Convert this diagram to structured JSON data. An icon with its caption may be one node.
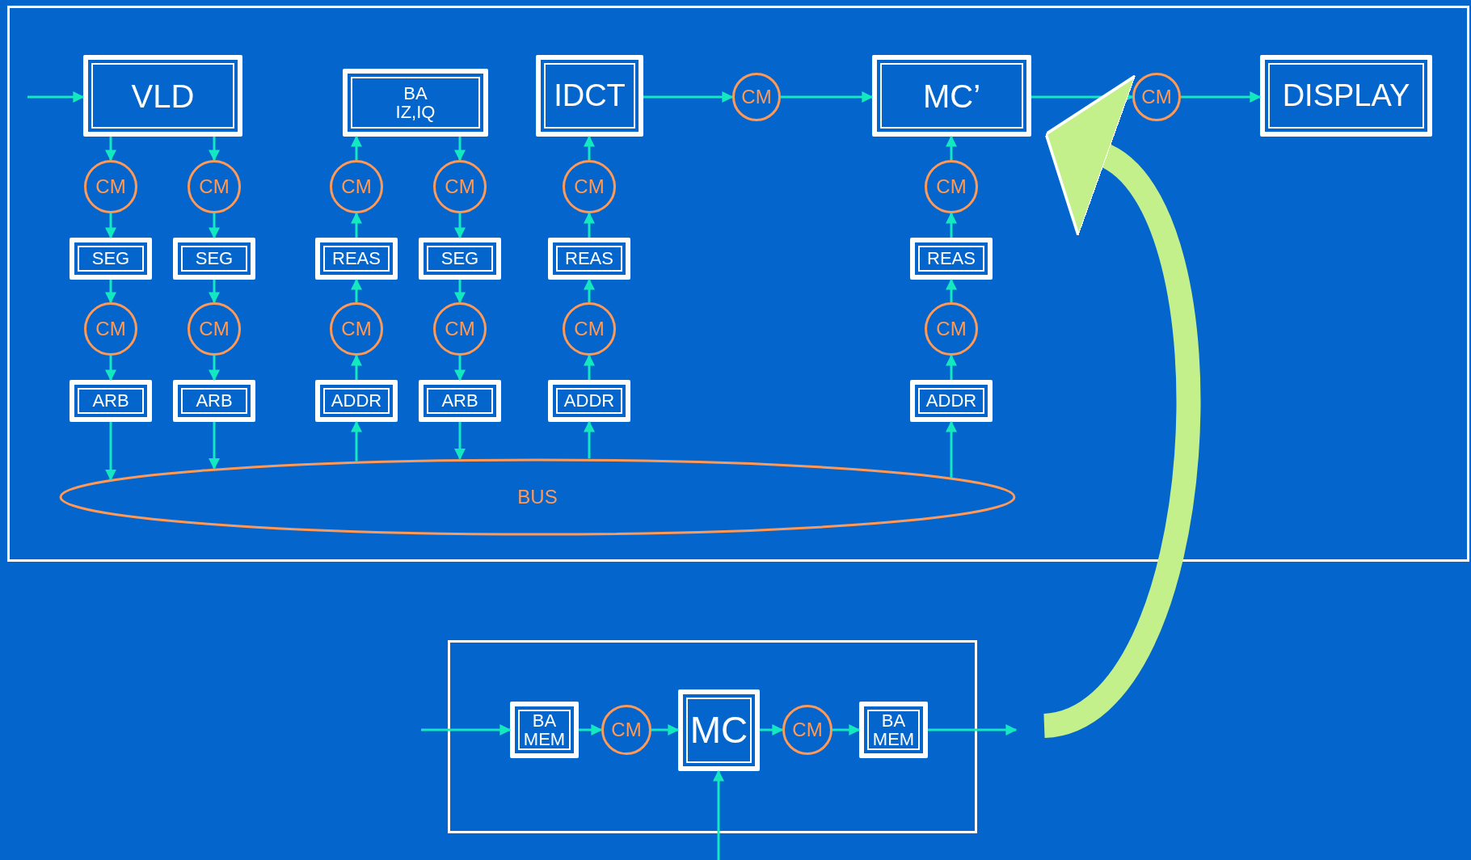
{
  "diagram": {
    "nodes": [
      {
        "text": [],
        "shape": "box"
      },
      {
        "text": [
          "VLD"
        ],
        "in": 0
      },
      {
        "text": [
          "BA IZ,IQ"
        ],
        "in": 0
      },
      {
        "text": [
          "IDCT"
        ],
        "in": 0
      },
      {
        "text": [
          "CM"
        ],
        "in": 0
      },
      {
        "text": [
          "MC’"
        ],
        "in": 0
      },
      {
        "text": [
          "CM"
        ],
        "in": 0
      },
      {
        "text": [
          "DISPLAY"
        ],
        "in": 0
      },
      {
        "text": [
          "CM"
        ],
        "in": 0
      },
      {
        "text": [
          "SEG"
        ],
        "in": 0
      },
      {
        "text": [
          "CM"
        ],
        "in": 0
      },
      {
        "text": [
          "ARB"
        ],
        "in": 0
      },
      {
        "text": [
          "CM"
        ],
        "in": 0
      },
      {
        "text": [
          "SEG"
        ],
        "in": 0
      },
      {
        "text": [
          "CM"
        ],
        "in": 0
      },
      {
        "text": [
          "ARB"
        ],
        "in": 0
      },
      {
        "text": [
          "CM"
        ],
        "in": 0
      },
      {
        "text": [
          "REAS"
        ],
        "in": 0
      },
      {
        "text": [
          "CM"
        ],
        "in": 0
      },
      {
        "text": [
          "ADDR"
        ],
        "in": 0
      },
      {
        "text": [
          "CM"
        ],
        "in": 0
      },
      {
        "text": [
          "SEG"
        ],
        "in": 0
      },
      {
        "text": [
          "CM"
        ],
        "in": 0
      },
      {
        "text": [
          "ARB"
        ],
        "in": 0
      },
      {
        "text": [
          "CM"
        ],
        "in": 0
      },
      {
        "text": [
          "REAS"
        ],
        "in": 0
      },
      {
        "text": [
          "CM"
        ],
        "in": 0
      },
      {
        "text": [
          "ADDR"
        ],
        "in": 0
      },
      {
        "text": [
          "CM"
        ],
        "in": 0
      },
      {
        "text": [
          "REAS"
        ],
        "in": 0
      },
      {
        "text": [
          "CM"
        ],
        "in": 0
      },
      {
        "text": [
          "ADDR"
        ],
        "in": 0
      },
      {
        "text": [
          "BUS"
        ],
        "in": 0
      },
      {
        "text": [],
        "shape": "box"
      },
      {
        "text": [
          "BA MEM"
        ],
        "in": 33
      },
      {
        "text": [
          "CM"
        ],
        "in": 33
      },
      {
        "text": [
          "MC"
        ],
        "in": 33
      },
      {
        "text": [
          "CM"
        ],
        "in": 33
      },
      {
        "text": [
          "BA MEM"
        ],
        "in": 33
      }
    ],
    "edges": [
      {
        "from": null,
        "to": 1,
        "arrow": "to"
      },
      {
        "from": 3,
        "to": 4,
        "arrow": "to"
      },
      {
        "from": 4,
        "to": 5,
        "arrow": "to"
      },
      {
        "from": 5,
        "to": 6,
        "arrow": "to"
      },
      {
        "from": 6,
        "to": 7,
        "arrow": "to"
      },
      {
        "from": 1,
        "to": 8,
        "arrow": "to"
      },
      {
        "from": 8,
        "to": 9,
        "arrow": "to"
      },
      {
        "from": 9,
        "to": 10,
        "arrow": "to"
      },
      {
        "from": 10,
        "to": 11,
        "arrow": "to"
      },
      {
        "from": 11,
        "to": 32,
        "arrow": "to"
      },
      {
        "from": 1,
        "to": 12,
        "arrow": "to"
      },
      {
        "from": 12,
        "to": 13,
        "arrow": "to"
      },
      {
        "from": 13,
        "to": 14,
        "arrow": "to"
      },
      {
        "from": 14,
        "to": 15,
        "arrow": "to"
      },
      {
        "from": 15,
        "to": 32,
        "arrow": "to"
      },
      {
        "from": 32,
        "to": 19,
        "arrow": "to"
      },
      {
        "from": 19,
        "to": 18,
        "arrow": "to"
      },
      {
        "from": 18,
        "to": 17,
        "arrow": "to"
      },
      {
        "from": 17,
        "to": 16,
        "arrow": "to"
      },
      {
        "from": 16,
        "to": 2,
        "arrow": "to"
      },
      {
        "from": 2,
        "to": 20,
        "arrow": "to"
      },
      {
        "from": 20,
        "to": 21,
        "arrow": "to"
      },
      {
        "from": 21,
        "to": 22,
        "arrow": "to"
      },
      {
        "from": 22,
        "to": 23,
        "arrow": "to"
      },
      {
        "from": 23,
        "to": 32,
        "arrow": "to"
      },
      {
        "from": 32,
        "to": 27,
        "arrow": "to"
      },
      {
        "from": 27,
        "to": 26,
        "arrow": "to"
      },
      {
        "from": 26,
        "to": 25,
        "arrow": "to"
      },
      {
        "from": 25,
        "to": 24,
        "arrow": "to"
      },
      {
        "from": 24,
        "to": 3,
        "arrow": "to"
      },
      {
        "from": 32,
        "to": 31,
        "arrow": "to"
      },
      {
        "from": 31,
        "to": 30,
        "arrow": "to"
      },
      {
        "from": 30,
        "to": 29,
        "arrow": "to"
      },
      {
        "from": 29,
        "to": 28,
        "arrow": "to"
      },
      {
        "from": 28,
        "to": 5,
        "arrow": "to"
      },
      {
        "from": null,
        "to": 34,
        "arrow": "to"
      },
      {
        "from": 34,
        "to": 35,
        "arrow": "to"
      },
      {
        "from": 35,
        "to": 36,
        "arrow": "to"
      },
      {
        "from": 36,
        "to": 37,
        "arrow": "to"
      },
      {
        "from": 37,
        "to": 38,
        "arrow": "to"
      },
      {
        "from": 38,
        "to": null,
        "arrow": "to"
      },
      {
        "from": null,
        "to": 36,
        "arrow": "to"
      },
      {
        "from": null,
        "to": 5,
        "arrow": "to",
        "style": "thick",
        "color": "#c4f08c"
      }
    ]
  }
}
